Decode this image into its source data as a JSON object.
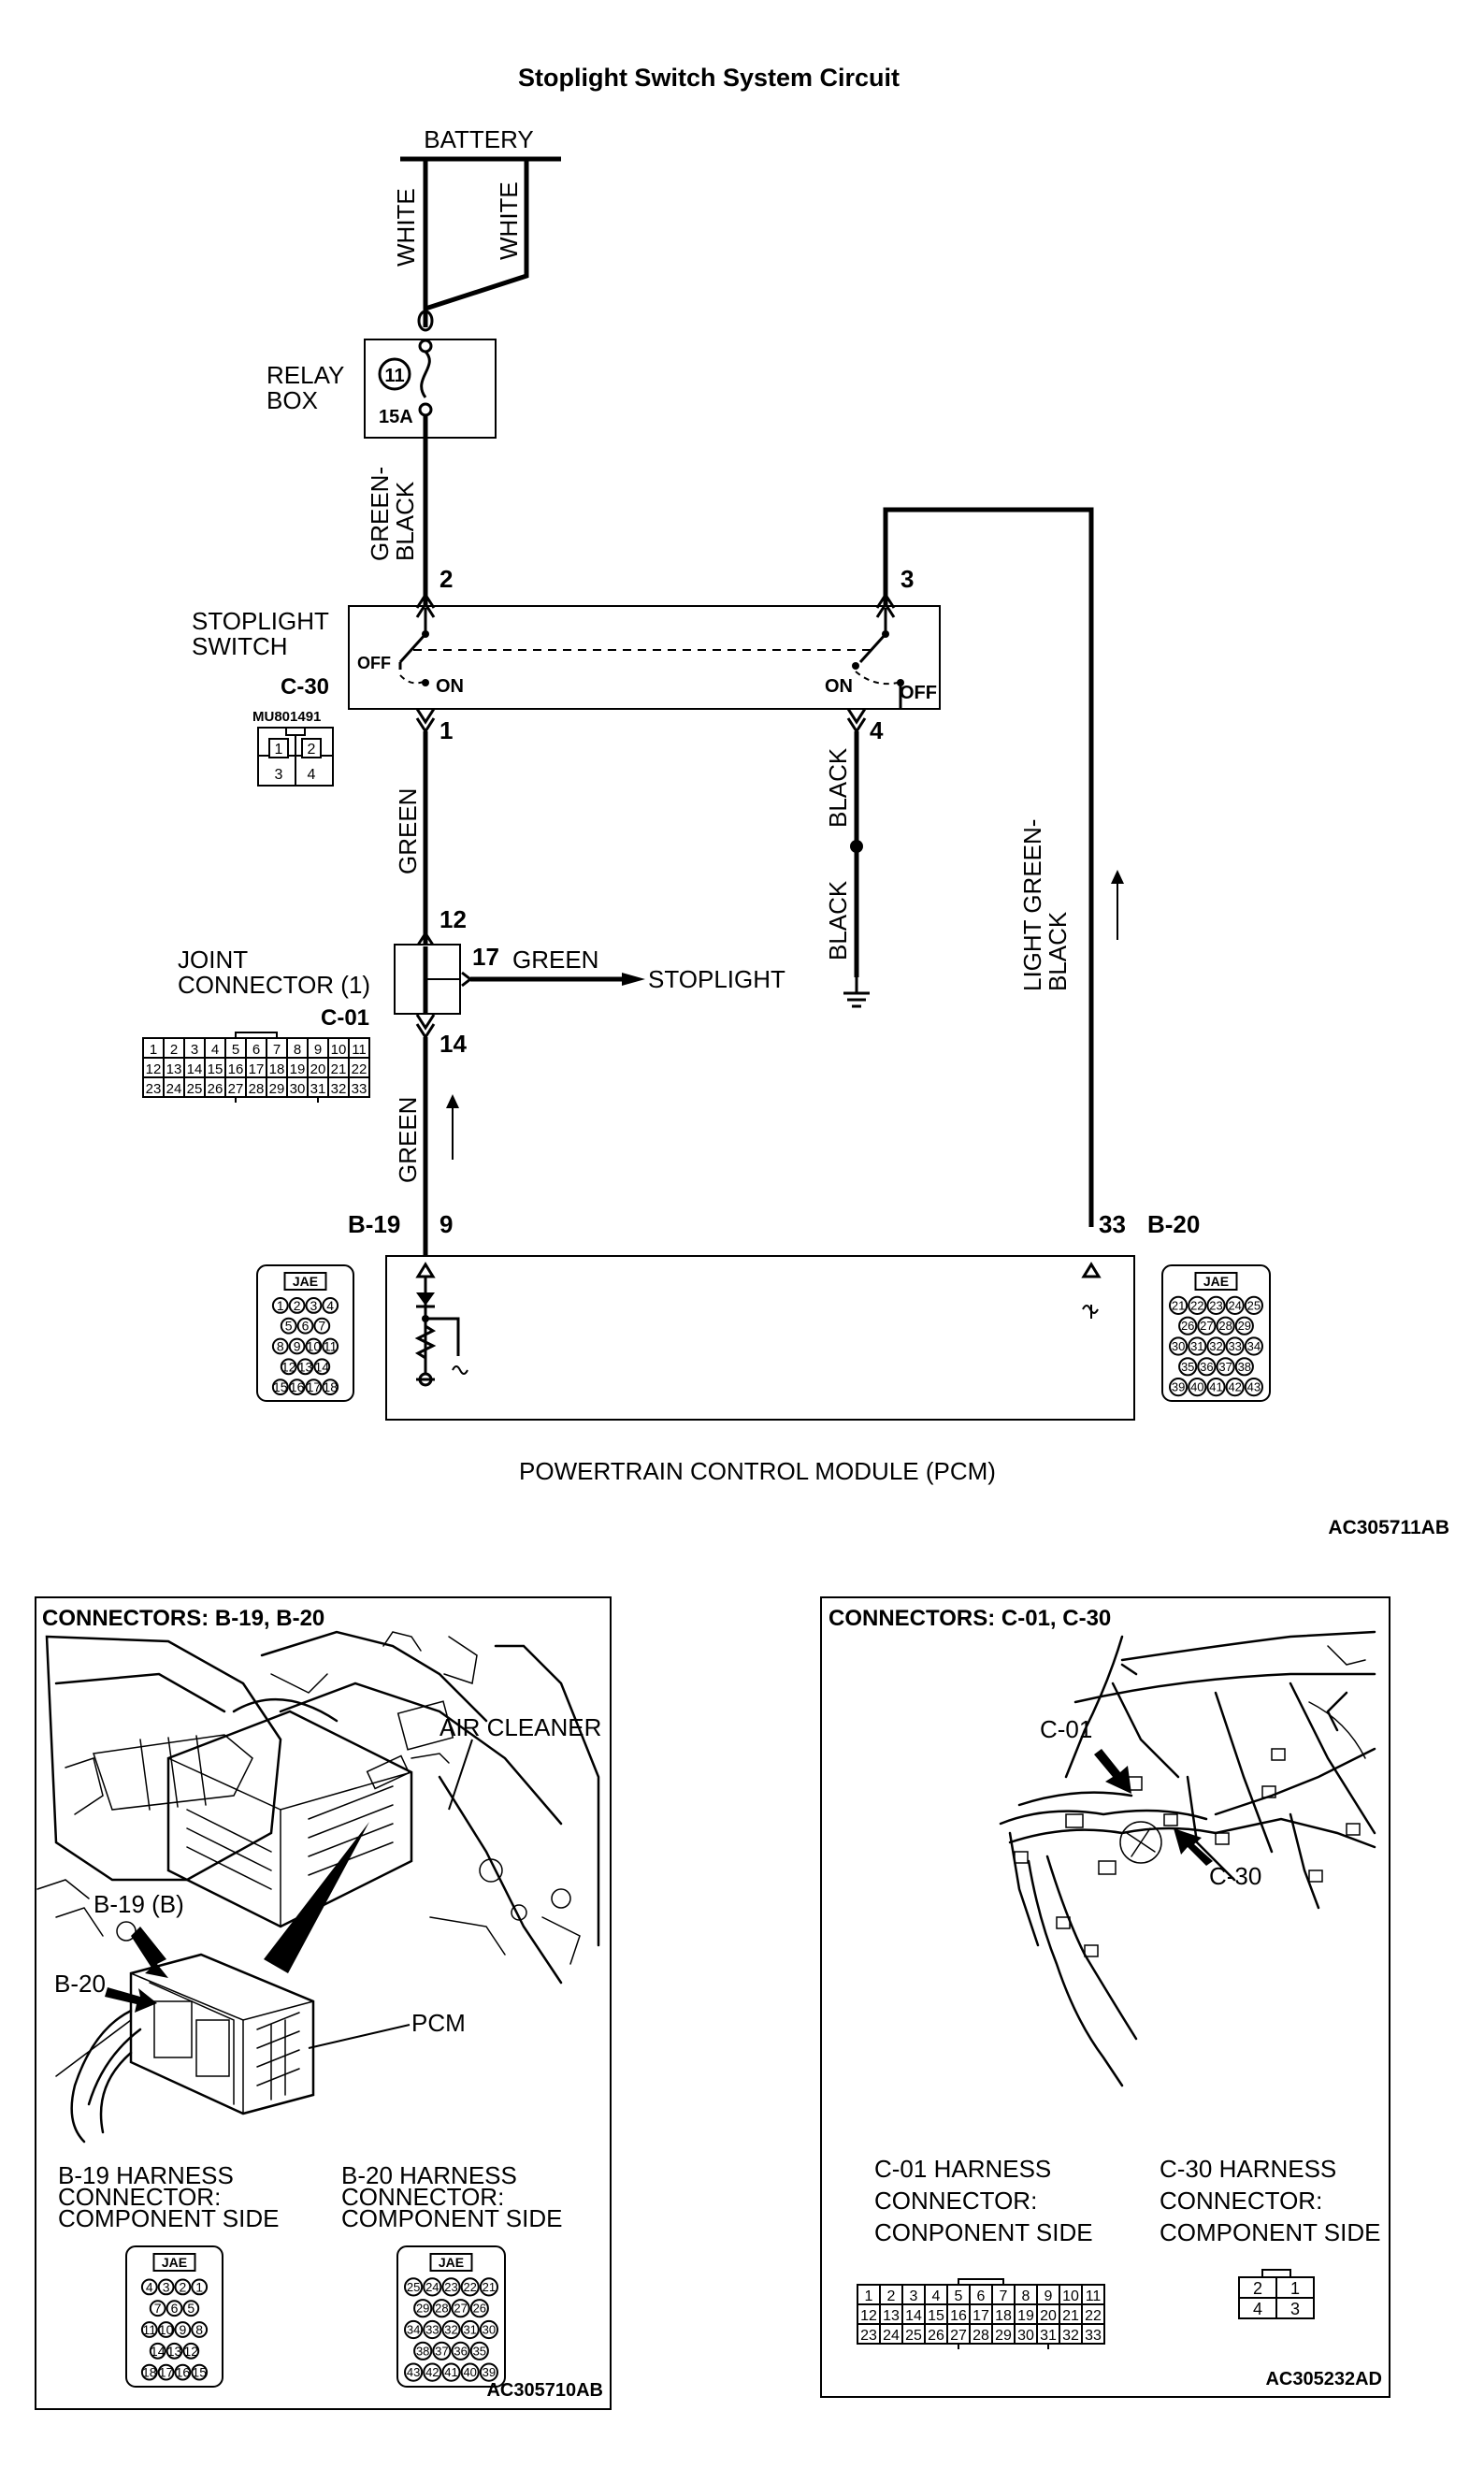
{
  "title": "Stoplight Switch System Circuit",
  "battery": "BATTERY",
  "wires": {
    "white_left": "WHITE",
    "white_right": "WHITE",
    "green_black": "GREEN-\nBLACK",
    "green_upper": "GREEN",
    "green_lower": "GREEN",
    "green_branch": "GREEN",
    "black_upper": "BLACK",
    "black_lower": "BLACK",
    "light_green_black": "LIGHT GREEN-\nBLACK"
  },
  "relay_box": {
    "label": "RELAY\nBOX",
    "fuse_no": "11",
    "rating": "15A"
  },
  "stoplight_switch": {
    "label": "STOPLIGHT\nSWITCH",
    "connector": "C-30",
    "part_no": "MU801491",
    "pins": [
      "2",
      "3",
      "1",
      "4"
    ],
    "off_left": "OFF",
    "on_left": "ON",
    "on_right": "ON",
    "off_right": "OFF",
    "conn_cells": [
      "1",
      "2",
      "3",
      "4"
    ]
  },
  "joint_connector": {
    "label": "JOINT\nCONNECTOR (1)",
    "connector": "C-01",
    "pins": [
      "12",
      "17",
      "14"
    ],
    "grid_rows": [
      [
        "1",
        "2",
        "3",
        "4",
        "5",
        "6",
        "7",
        "8",
        "9",
        "10",
        "11"
      ],
      [
        "12",
        "13",
        "14",
        "15",
        "16",
        "17",
        "18",
        "19",
        "20",
        "21",
        "22"
      ],
      [
        "23",
        "24",
        "25",
        "26",
        "27",
        "28",
        "29",
        "30",
        "31",
        "32",
        "33"
      ]
    ]
  },
  "stoplight": "STOPLIGHT",
  "pcm": {
    "label": "POWERTRAIN CONTROL MODULE (PCM)",
    "b19": "B-19",
    "b19_pin": "9",
    "b20": "B-20",
    "b20_pin": "33"
  },
  "jae": "JAE",
  "b19_rows": [
    [
      "4",
      "3",
      "2",
      "1"
    ],
    [
      "7",
      "6",
      "5"
    ],
    [
      "11",
      "10",
      "9",
      "8"
    ],
    [
      "14",
      "13",
      "12"
    ],
    [
      "18",
      "17",
      "16",
      "15"
    ]
  ],
  "b20_rows": [
    [
      "21",
      "22",
      "23",
      "24",
      "25"
    ],
    [
      "26",
      "27",
      "28",
      "29"
    ],
    [
      "30",
      "31",
      "32",
      "33",
      "34"
    ],
    [
      "35",
      "36",
      "37",
      "38"
    ],
    [
      "39",
      "40",
      "41",
      "42",
      "43"
    ]
  ],
  "b20_rows_mirror": [
    [
      "25",
      "24",
      "23",
      "22",
      "21"
    ],
    [
      "29",
      "28",
      "27",
      "26"
    ],
    [
      "34",
      "33",
      "32",
      "31",
      "30"
    ],
    [
      "38",
      "37",
      "36",
      "35"
    ],
    [
      "43",
      "42",
      "41",
      "40",
      "39"
    ]
  ],
  "codes": {
    "top": "AC305711AB",
    "left_panel": "AC305710AB",
    "right_panel": "AC305232AD"
  },
  "left_panel": {
    "title": "CONNECTORS: B-19, B-20",
    "air_cleaner": "AIR CLEANER",
    "b19_callout": "B-19 (B)",
    "b20_callout": "B-20",
    "pcm_callout": "PCM",
    "b19_caption": "B-19 HARNESS\nCONNECTOR:\nCOMPONENT SIDE",
    "b20_caption": "B-20 HARNESS\nCONNECTOR:\nCOMPONENT SIDE"
  },
  "right_panel": {
    "title": "CONNECTORS: C-01, C-30",
    "c01_callout": "C-01",
    "c30_callout": "C-30",
    "c01_caption": "C-01 HARNESS\nCONNECTOR:\nCONPONENT SIDE",
    "c30_caption": "C-30 HARNESS\nCONNECTOR:\nCOMPONENT SIDE",
    "c30_cells": [
      "2",
      "1",
      "4",
      "3"
    ]
  }
}
